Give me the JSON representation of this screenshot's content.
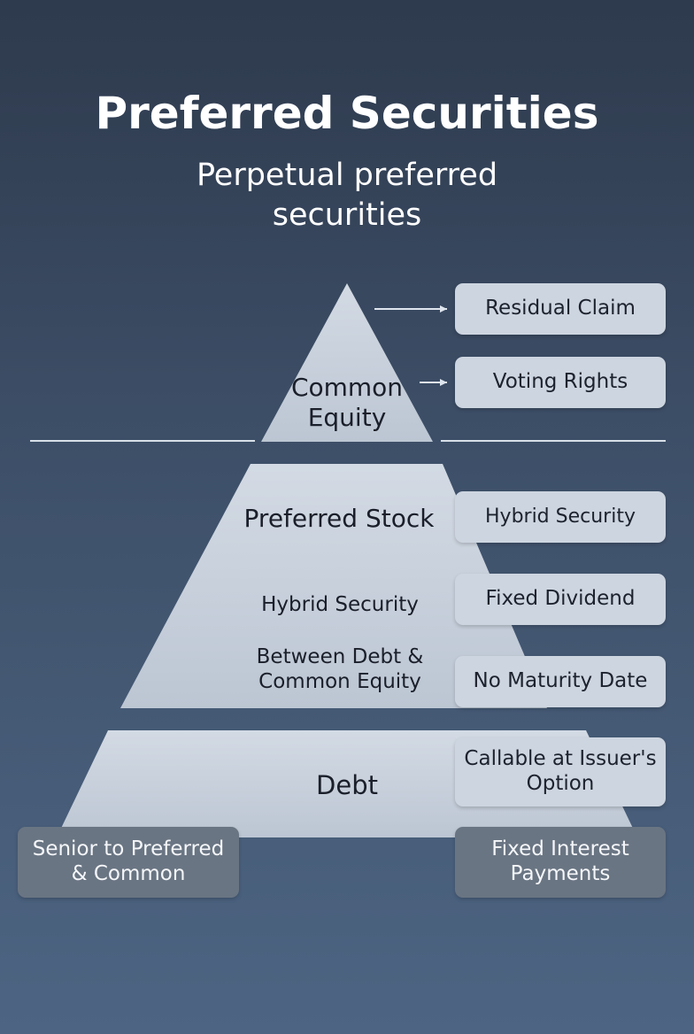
{
  "title": "Preferred Securities",
  "subtitle": "Perpetual preferred securities",
  "pyramid": {
    "top": {
      "label": "Common Equity"
    },
    "middle": {
      "heading": "Preferred Stock",
      "line1": "Hybrid Security",
      "line2": "Between Debt & Common Equity"
    },
    "bottom": {
      "label": "Debt"
    }
  },
  "callouts": [
    {
      "text": "Residual Claim"
    },
    {
      "text": "Voting Rights"
    },
    {
      "text": "Hybrid Security"
    },
    {
      "text": "Fixed Dividend"
    },
    {
      "text": "No Maturity Date"
    },
    {
      "text": "Callable at Issuer's Option"
    },
    {
      "text": "Fixed Interest Payments"
    }
  ],
  "left_callout": {
    "text": "Senior to Preferred & Common"
  },
  "colors": {
    "background_top": "#2e3a4d",
    "background_bottom": "#4d6583",
    "pyramid_fill": "#c8d0dc",
    "callout_light": "#cdd5e0",
    "callout_dark": "#6a7583"
  }
}
